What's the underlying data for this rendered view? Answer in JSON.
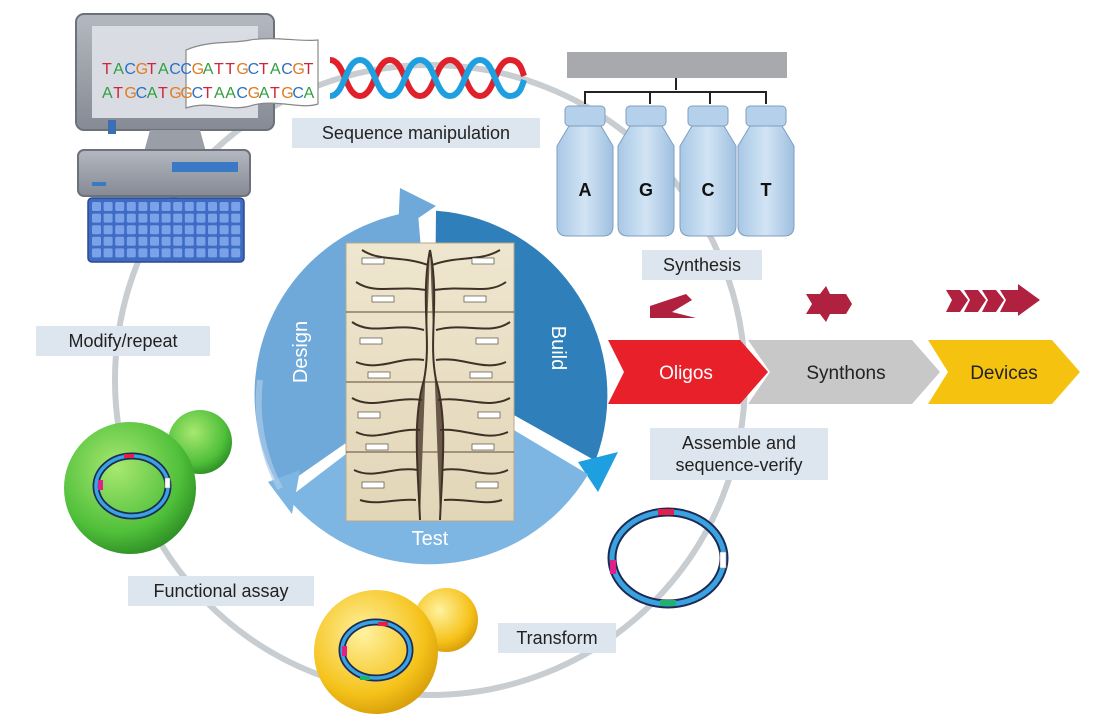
{
  "sequence": {
    "top": [
      "T",
      "A",
      "C",
      "G",
      "T",
      "A",
      "C",
      "C",
      "G",
      "A",
      "T",
      "T",
      "G",
      "C",
      "T",
      "A",
      "C",
      "G",
      "T"
    ],
    "bottom": [
      "A",
      "T",
      "G",
      "C",
      "A",
      "T",
      "G",
      "G",
      "C",
      "T",
      "A",
      "A",
      "C",
      "G",
      "A",
      "T",
      "G",
      "C",
      "A"
    ],
    "base_colors": {
      "A": "#2e9e3e",
      "C": "#2b6fc7",
      "G": "#e07b20",
      "T": "#d0243a"
    }
  },
  "labels": {
    "sequence_manipulation": "Sequence manipulation",
    "synthesis": "Synthesis",
    "modify_repeat": "Modify/repeat",
    "assemble_line1": "Assemble and",
    "assemble_line2": "sequence-verify",
    "functional_assay": "Functional assay",
    "transform": "Transform"
  },
  "cycle": {
    "design": "Design",
    "build": "Build",
    "test": "Test"
  },
  "vials": [
    "A",
    "G",
    "C",
    "T"
  ],
  "pipeline": [
    {
      "label": "Oligos",
      "color": "#e8202a",
      "text_color": "#ffffff"
    },
    {
      "label": "Synthons",
      "color": "#c8c8c8",
      "text_color": "#222222"
    },
    {
      "label": "Devices",
      "color": "#f5c30f",
      "text_color": "#222222"
    }
  ],
  "colors": {
    "label_bg": "#dde6ee",
    "cycle_dark": "#2f8fcf",
    "cycle_light": "#8fbde3",
    "green_cell": "#4fbf3a",
    "yellow_cell": "#f5c21a",
    "dna_red": "#e0202a",
    "dna_blue": "#1e9fe0",
    "construct": "#b0203f"
  },
  "icons": [
    "computer-monitor-icon",
    "keyboard-icon",
    "dna-helix-icon",
    "vial-icon",
    "tree-of-life-image",
    "plasmid-icon",
    "cell-icon"
  ]
}
